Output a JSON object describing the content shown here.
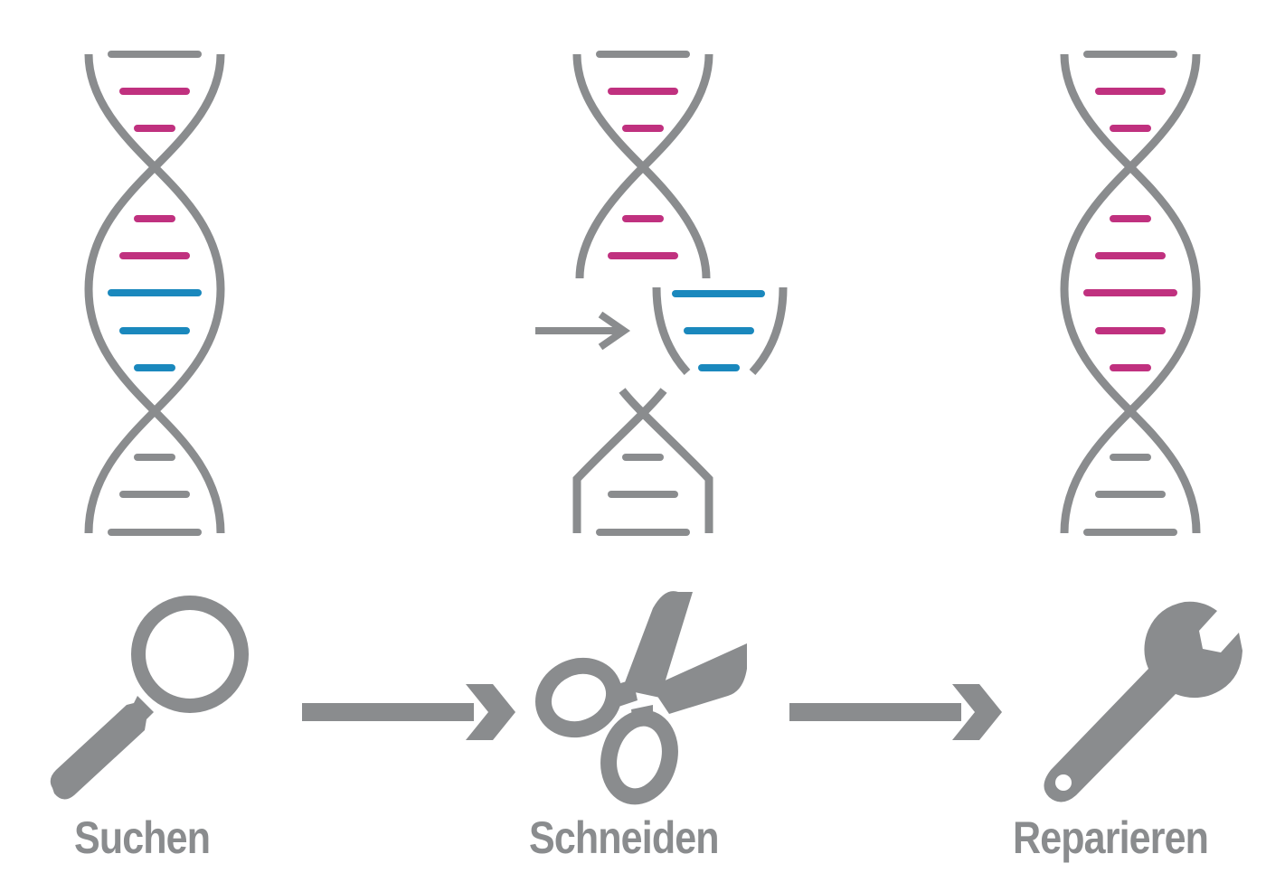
{
  "colors": {
    "strand": "#8a8c8e",
    "target_bases": "#c0317f",
    "faulty_bases": "#1a88bd",
    "neutral_bases": "#8a8c8e",
    "icon": "#8a8c8e",
    "background": "#ffffff"
  },
  "steps": [
    {
      "label": "Suchen",
      "icon": "magnifier-icon",
      "dna_state": "intact-with-defect"
    },
    {
      "label": "Schneiden",
      "icon": "scissors-icon",
      "dna_state": "defect-segment-excised"
    },
    {
      "label": "Reparieren",
      "icon": "wrench-icon",
      "dna_state": "repaired"
    }
  ],
  "connectors": [
    {
      "from": "Suchen",
      "to": "Schneiden",
      "icon": "arrow-right-icon"
    },
    {
      "from": "Schneiden",
      "to": "Reparieren",
      "icon": "arrow-right-icon"
    }
  ]
}
